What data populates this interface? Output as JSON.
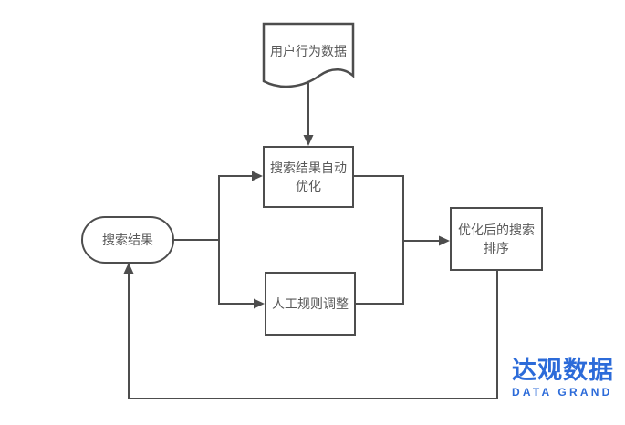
{
  "diagram": {
    "line_color": "#4d4d4d",
    "text_color": "#595959",
    "nodes": {
      "user_behavior_data": {
        "shape": "document",
        "label": "用户行为数据"
      },
      "auto_optimization": {
        "shape": "process",
        "label": "搜索结果自动优化"
      },
      "search_results": {
        "shape": "terminator",
        "label": "搜索结果"
      },
      "manual_rule_adjust": {
        "shape": "process",
        "label": "人工规则调整"
      },
      "optimized_ranking": {
        "shape": "process",
        "label": "优化后的搜索排序"
      }
    },
    "edges": [
      {
        "from": "user_behavior_data",
        "to": "auto_optimization"
      },
      {
        "from": "search_results",
        "to": "auto_optimization"
      },
      {
        "from": "search_results",
        "to": "manual_rule_adjust"
      },
      {
        "from": "auto_optimization",
        "to": "optimized_ranking"
      },
      {
        "from": "manual_rule_adjust",
        "to": "optimized_ranking"
      },
      {
        "from": "optimized_ranking",
        "to": "search_results"
      }
    ]
  },
  "logo": {
    "cn": "达观数据",
    "en": "DATA GRAND",
    "color": "#2c6bd9"
  }
}
